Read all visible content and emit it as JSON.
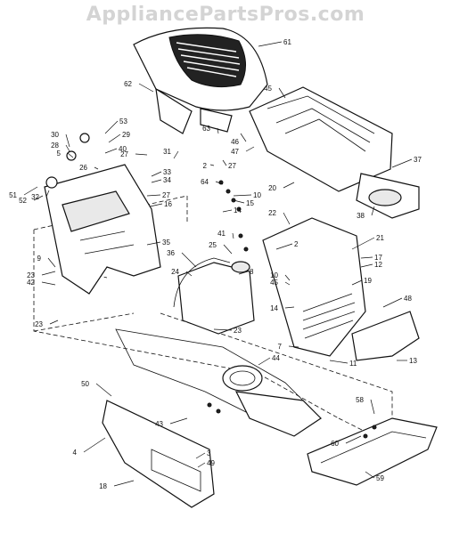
{
  "watermark": "AppliancePartsPros.com",
  "callouts": [
    "61",
    "62",
    "45",
    "53",
    "29",
    "30",
    "28",
    "5",
    "26",
    "40",
    "27",
    "63",
    "46",
    "47",
    "31",
    "37",
    "2",
    "27",
    "20",
    "33",
    "34",
    "27",
    "16",
    "51",
    "52",
    "32",
    "64",
    "10",
    "15",
    "14",
    "38",
    "22",
    "21",
    "17",
    "12",
    "41",
    "25",
    "2",
    "35",
    "36",
    "24",
    "9",
    "23",
    "42",
    "8",
    "10",
    "45",
    "14",
    "19",
    "48",
    "23",
    "23",
    "7",
    "11",
    "13",
    "44",
    "50",
    "43",
    "58",
    "4",
    "3",
    "60",
    "49",
    "18",
    "59"
  ]
}
